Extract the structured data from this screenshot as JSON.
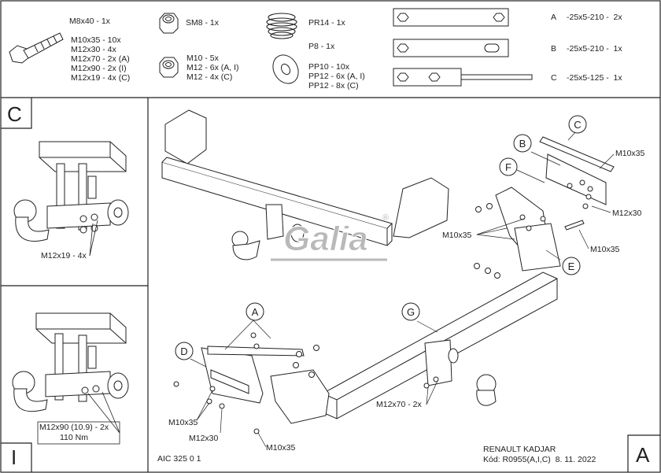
{
  "parts": {
    "bolts": [
      "M8x40 - 1x",
      "M10x35 - 10x",
      "M12x30 - 4x",
      "M12x70 - 2x (A)",
      "M12x90 - 2x (I)",
      "M12x19 - 4x (C)"
    ],
    "nut_sm8": "SM8 - 1x",
    "nuts": [
      "M10 - 5x",
      "M12 - 6x (A, I)",
      "M12 - 4x (C)"
    ],
    "spring": "PR14 - 1x",
    "washer_p8": "P8 - 1x",
    "washers": [
      "PP10 - 10x",
      "PP12 - 6x (A, I)",
      "PP12 - 8x (C)"
    ],
    "plates": [
      {
        "letter": "A",
        "spec": "-25x5-210 -  2x"
      },
      {
        "letter": "B",
        "spec": "-25x5-210 -  1x"
      },
      {
        "letter": "C",
        "spec": "-25x5-125 -  1x"
      }
    ]
  },
  "panel_c": {
    "label": "C",
    "callout": "M12x19 - 4x"
  },
  "panel_i": {
    "label": "I",
    "callout_line1": "M12x90 (10.9) - 2x",
    "callout_line2": "110 Nm"
  },
  "main": {
    "circle_labels": [
      "C",
      "B",
      "F",
      "E",
      "A",
      "D",
      "G"
    ],
    "bolt_labels": {
      "top_right_1": "M10x35",
      "top_right_2": "M12x30",
      "top_right_3": "M10x35",
      "mid_left": "M10x35",
      "bottom_1": "M10x35",
      "bottom_2": "M12x30",
      "bottom_3": "M10x35",
      "ball": "M12x70 - 2x"
    },
    "logo_text": "Galia",
    "registered_mark": "®"
  },
  "footer": {
    "drawing_no": "AIC 325 0 1",
    "vehicle": "RENAULT KADJAR",
    "code": "Kód: R0955(A,I,C)  8. 11. 2022",
    "corner_label": "A"
  },
  "colors": {
    "ink": "#222222",
    "logo": "#b9b9b9"
  }
}
